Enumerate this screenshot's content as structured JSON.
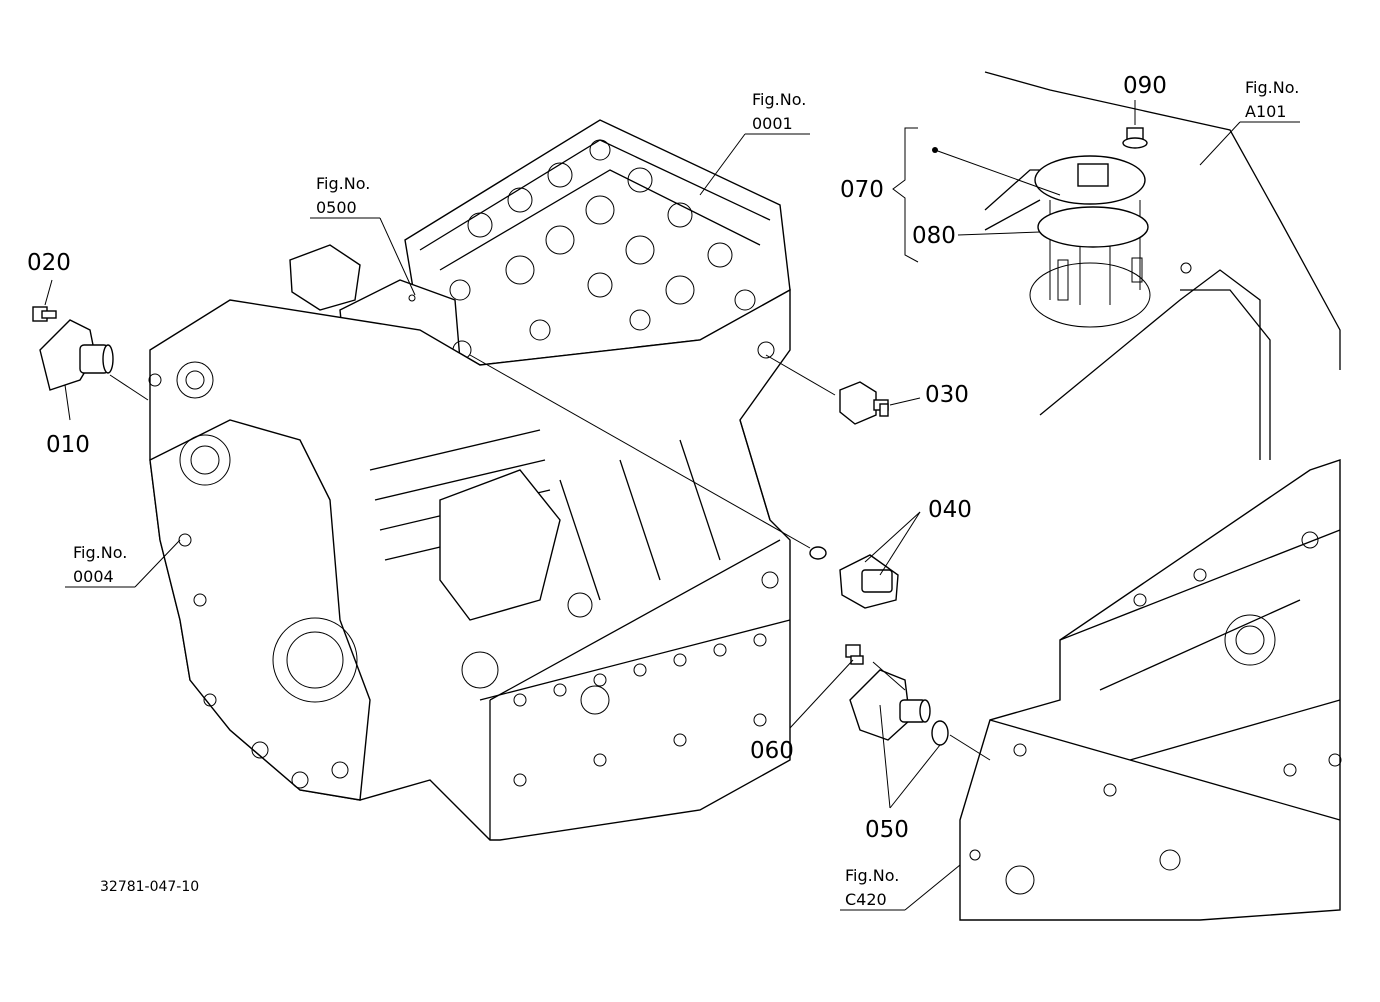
{
  "parts": {
    "p010": "010",
    "p020": "020",
    "p030": "030",
    "p040": "040",
    "p050": "050",
    "p060": "060",
    "p070": "070",
    "p080": "080",
    "p090": "090"
  },
  "figures": {
    "prefix": "Fig.No.",
    "f0001": "0001",
    "f0500": "0500",
    "f0004": "0004",
    "fA101": "A101",
    "fC420": "C420"
  },
  "drawing_code": "32781-047-10"
}
